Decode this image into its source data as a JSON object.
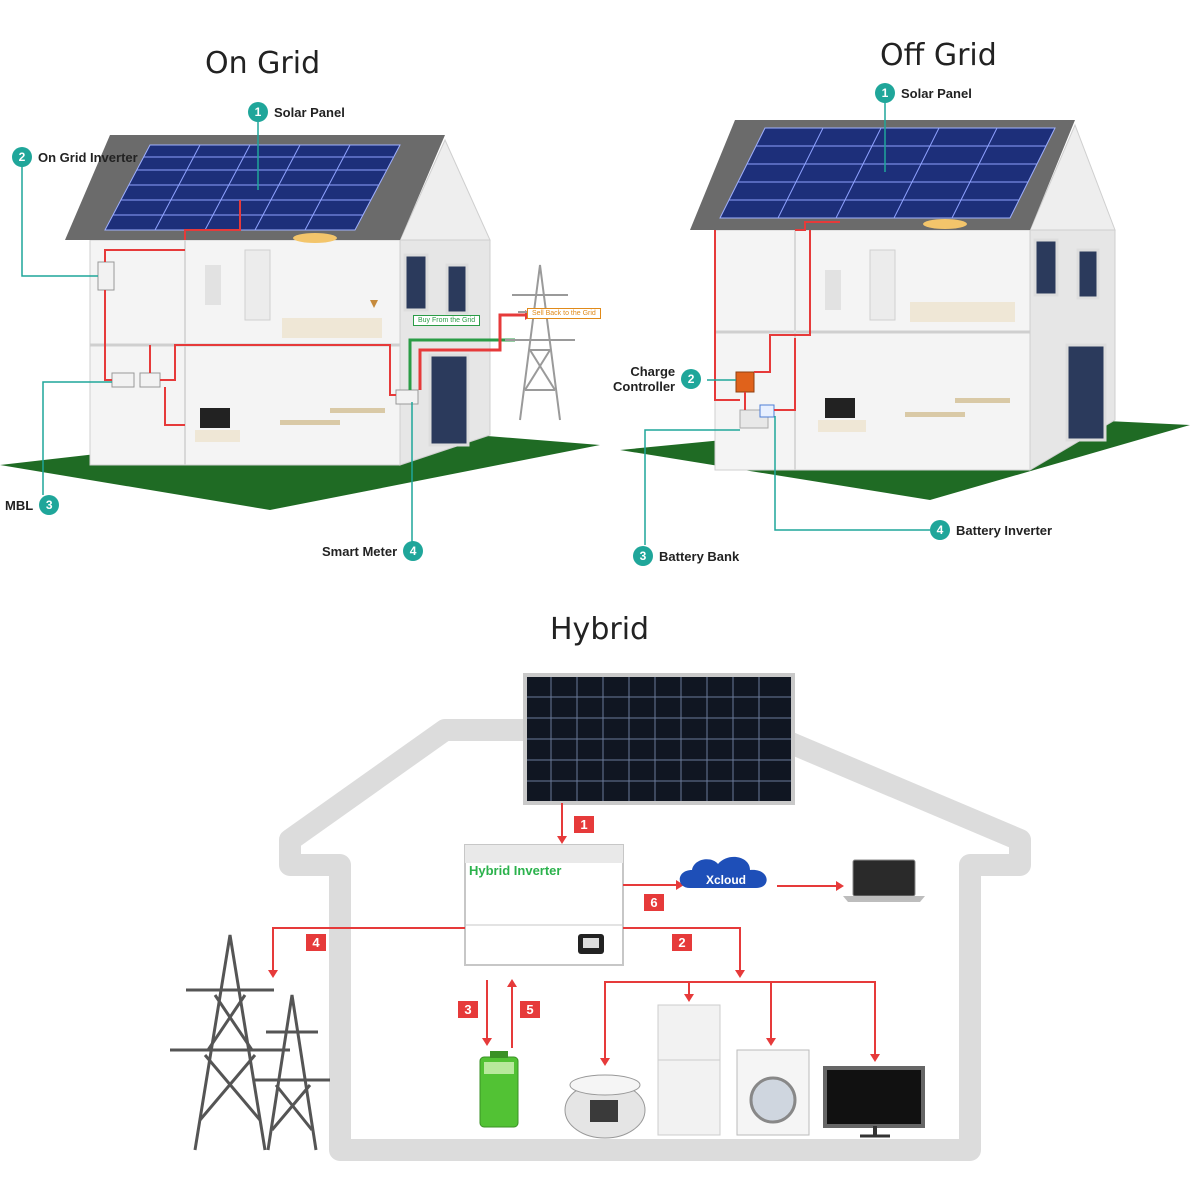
{
  "on_grid": {
    "title": "On Grid",
    "callouts": [
      {
        "num": "1",
        "label": "Solar Panel"
      },
      {
        "num": "2",
        "label": "On Grid Inverter"
      },
      {
        "num": "3",
        "label": "MBL"
      },
      {
        "num": "4",
        "label": "Smart Meter"
      }
    ],
    "flags": {
      "buy": "Buy From the Grid",
      "sell": "Sell Back to the Grid"
    }
  },
  "off_grid": {
    "title": "Off Grid",
    "callouts": [
      {
        "num": "1",
        "label": "Solar Panel"
      },
      {
        "num": "2",
        "label_line1": "Charge",
        "label_line2": "Controller"
      },
      {
        "num": "3",
        "label": "Battery Bank"
      },
      {
        "num": "4",
        "label": "Battery Inverter"
      }
    ]
  },
  "hybrid": {
    "title": "Hybrid",
    "inverter_label": "Hybrid Inverter",
    "cloud_label": "Xcloud",
    "steps": [
      "1",
      "2",
      "3",
      "4",
      "5",
      "6"
    ]
  },
  "colors": {
    "teal": "#1fa69a",
    "red_wire": "#e63a3a",
    "grass": "#1f6b24",
    "panel": "#1d2f7a"
  }
}
